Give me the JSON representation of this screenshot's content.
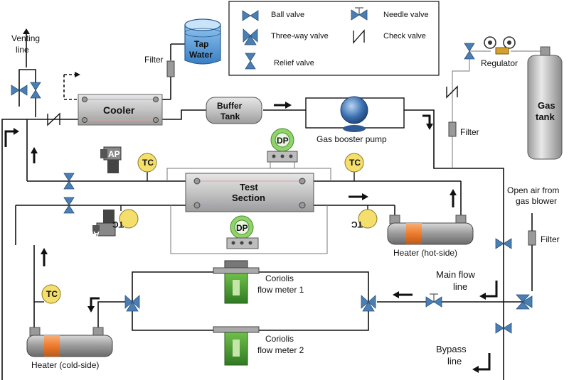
{
  "legend": {
    "ball_valve": "Ball valve",
    "needle_valve": "Needle valve",
    "three_way_valve": "Three-way valve",
    "check_valve": "Check valve",
    "relief_valve": "Relief valve"
  },
  "labels": {
    "venting_line_1": "Venting",
    "venting_line_2": "line",
    "filter_top": "Filter",
    "tap_water_1": "Tap",
    "tap_water_2": "Water",
    "cooler": "Cooler",
    "buffer_tank_1": "Buffer",
    "buffer_tank_2": "Tank",
    "gas_booster_pump": "Gas booster pump",
    "regulator": "Regulator",
    "gas_tank_1": "Gas",
    "gas_tank_2": "tank",
    "filter_right_upper": "Filter",
    "ap_top": "AP",
    "ap_bottom": "AP",
    "tc_left_top": "TC",
    "tc_left_mid": "TC",
    "tc_left_low": "TC",
    "tc_right_top": "TC",
    "tc_right_mid": "TC",
    "dp_top": "DP",
    "dp_bottom": "DP",
    "test_section_1": "Test",
    "test_section_2": "Section",
    "open_air_1": "Open air from",
    "open_air_2": "gas blower",
    "filter_right_lower": "Filter",
    "heater_hot": "Heater (hot-side)",
    "heater_cold": "Heater (cold-side)",
    "main_flow_1": "Main flow",
    "main_flow_2": "line",
    "coriolis_1a": "Coriolis",
    "coriolis_1b": "flow meter 1",
    "coriolis_2a": "Coriolis",
    "coriolis_2b": "flow meter 2",
    "bypass_1": "Bypass",
    "bypass_2": "line"
  }
}
